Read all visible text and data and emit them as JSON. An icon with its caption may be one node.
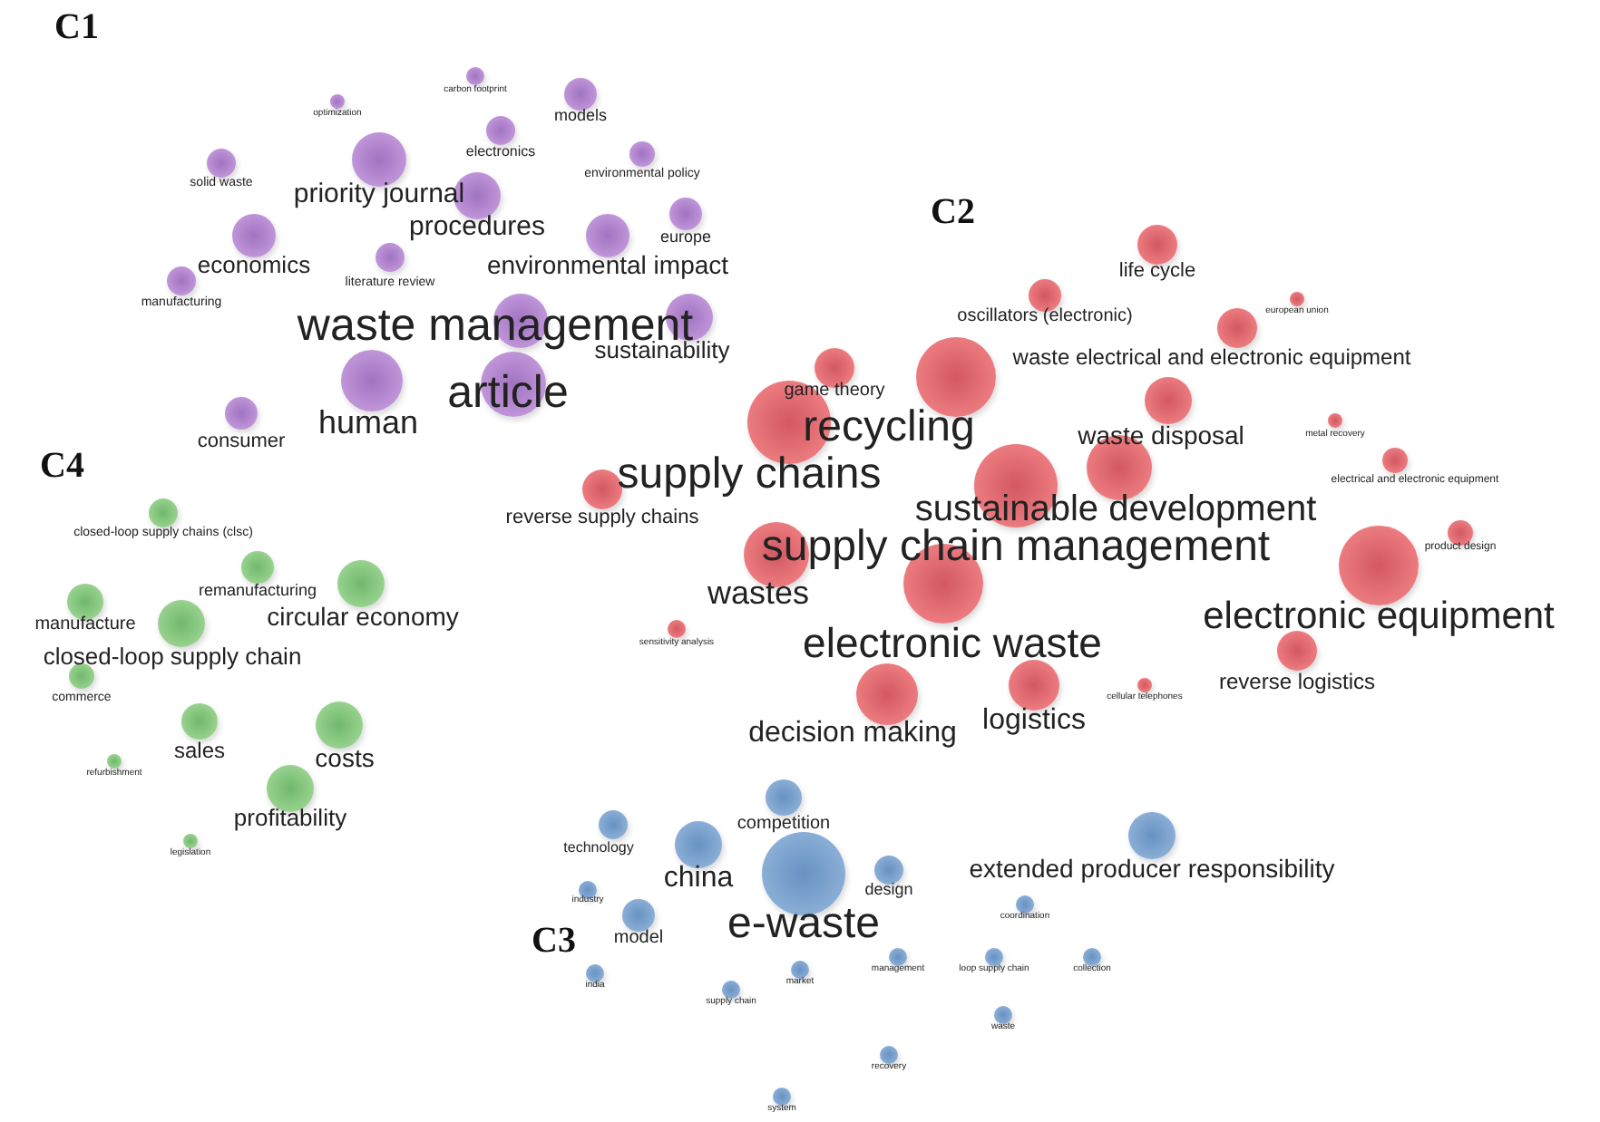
{
  "diagram": {
    "nodes": [
      {
        "text": [
          "optimization"
        ]
      },
      {
        "text": [
          "carbon footprint"
        ]
      },
      {
        "text": [
          "models"
        ]
      },
      {
        "text": [
          "electronics"
        ]
      },
      {
        "text": [
          "environmental policy"
        ]
      },
      {
        "text": [
          "solid waste"
        ]
      },
      {
        "text": [
          "priority journal"
        ]
      },
      {
        "text": [
          "procedures"
        ]
      },
      {
        "text": [
          "europe"
        ]
      },
      {
        "text": [
          "economics"
        ]
      },
      {
        "text": [
          "environmental impact"
        ]
      },
      {
        "text": [
          "literature review"
        ]
      },
      {
        "text": [
          "manufacturing"
        ]
      },
      {
        "text": [
          "waste management"
        ]
      },
      {
        "text": [
          "sustainability"
        ]
      },
      {
        "text": [
          "human"
        ]
      },
      {
        "text": [
          "article"
        ]
      },
      {
        "text": [
          "consumer"
        ]
      },
      {
        "text": [
          "life cycle"
        ]
      },
      {
        "text": [
          "european union"
        ]
      },
      {
        "text": [
          "oscillators (electronic)"
        ]
      },
      {
        "text": [
          "waste electrical and electronic equipment"
        ]
      },
      {
        "text": [
          "game theory"
        ]
      },
      {
        "text": [
          "recycling"
        ]
      },
      {
        "text": [
          "waste disposal"
        ]
      },
      {
        "text": [
          "metal recovery"
        ]
      },
      {
        "text": [
          "supply chains"
        ]
      },
      {
        "text": [
          "electrical and electronic equipment"
        ]
      },
      {
        "text": [
          "sustainable development"
        ]
      },
      {
        "text": [
          "reverse supply chains"
        ]
      },
      {
        "text": [
          "supply chain management"
        ]
      },
      {
        "text": [
          "product design"
        ]
      },
      {
        "text": [
          "wastes"
        ]
      },
      {
        "text": [
          "electronic equipment"
        ]
      },
      {
        "text": [
          "sensitivity analysis"
        ]
      },
      {
        "text": [
          "electronic waste"
        ]
      },
      {
        "text": [
          "reverse logistics"
        ]
      },
      {
        "text": [
          "cellular telephones"
        ]
      },
      {
        "text": [
          "decision making"
        ]
      },
      {
        "text": [
          "logistics"
        ]
      },
      {
        "text": [
          "closed-loop supply chains (clsc)"
        ]
      },
      {
        "text": [
          "remanufacturing"
        ]
      },
      {
        "text": [
          "circular economy"
        ]
      },
      {
        "text": [
          "manufacture"
        ]
      },
      {
        "text": [
          "closed-loop supply chain"
        ]
      },
      {
        "text": [
          "commerce"
        ]
      },
      {
        "text": [
          "sales"
        ]
      },
      {
        "text": [
          "costs"
        ]
      },
      {
        "text": [
          "refurbishment"
        ]
      },
      {
        "text": [
          "profitability"
        ]
      },
      {
        "text": [
          "legislation"
        ]
      },
      {
        "text": [
          "competition"
        ]
      },
      {
        "text": [
          "technology"
        ]
      },
      {
        "text": [
          "china"
        ]
      },
      {
        "text": [
          "e-waste"
        ]
      },
      {
        "text": [
          "design"
        ]
      },
      {
        "text": [
          "extended producer responsibility"
        ]
      },
      {
        "text": [
          "industry"
        ]
      },
      {
        "text": [
          "coordination"
        ]
      },
      {
        "text": [
          "model"
        ]
      },
      {
        "text": [
          "india"
        ]
      },
      {
        "text": [
          "market"
        ]
      },
      {
        "text": [
          "management"
        ]
      },
      {
        "text": [
          "loop supply chain"
        ]
      },
      {
        "text": [
          "collection"
        ]
      },
      {
        "text": [
          "supply chain"
        ]
      },
      {
        "text": [
          "waste"
        ]
      },
      {
        "text": [
          "recovery"
        ]
      },
      {
        "text": [
          "system"
        ]
      }
    ],
    "labels": [
      "C1",
      "C2",
      "C4",
      "C3"
    ]
  }
}
